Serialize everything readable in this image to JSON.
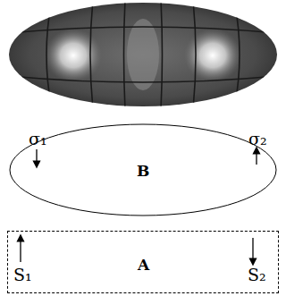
{
  "diagram": {
    "nodes": [
      {
        "text": [
          "σ₁",
          "σ₂",
          "B"
        ]
      },
      {
        "text": [
          "S₁",
          "S₂",
          "A"
        ]
      }
    ]
  }
}
